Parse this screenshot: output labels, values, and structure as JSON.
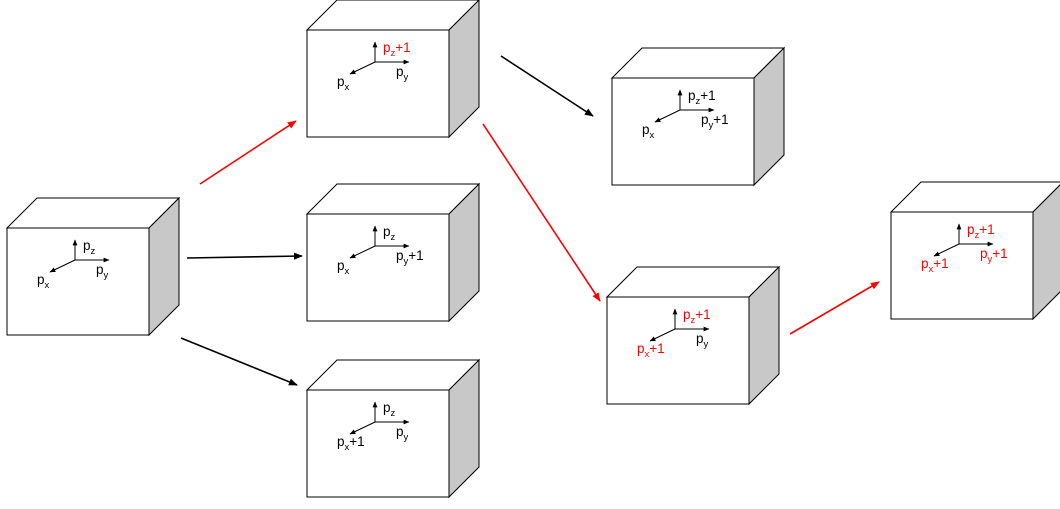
{
  "colors": {
    "highlight": "#ff0000",
    "normal": "#000000",
    "cube_side": "#c8c8c8",
    "cube_top": "#ffffff",
    "cube_front": "#ffffff"
  },
  "cubes": [
    {
      "id": "origin",
      "labels": {
        "x": {
          "base": "p",
          "sub": "x",
          "suffix": "",
          "highlight": false
        },
        "y": {
          "base": "p",
          "sub": "y",
          "suffix": "",
          "highlight": false
        },
        "z": {
          "base": "p",
          "sub": "z",
          "suffix": "",
          "highlight": false
        }
      }
    },
    {
      "id": "z-plus-1",
      "labels": {
        "x": {
          "base": "p",
          "sub": "x",
          "suffix": "",
          "highlight": false
        },
        "y": {
          "base": "p",
          "sub": "y",
          "suffix": "",
          "highlight": false
        },
        "z": {
          "base": "p",
          "sub": "z",
          "suffix": "+1",
          "highlight": true
        }
      }
    },
    {
      "id": "y-plus-1",
      "labels": {
        "x": {
          "base": "p",
          "sub": "x",
          "suffix": "",
          "highlight": false
        },
        "y": {
          "base": "p",
          "sub": "y",
          "suffix": "+1",
          "highlight": false
        },
        "z": {
          "base": "p",
          "sub": "z",
          "suffix": "",
          "highlight": false
        }
      }
    },
    {
      "id": "x-plus-1",
      "labels": {
        "x": {
          "base": "p",
          "sub": "x",
          "suffix": "+1",
          "highlight": false
        },
        "y": {
          "base": "p",
          "sub": "y",
          "suffix": "",
          "highlight": false
        },
        "z": {
          "base": "p",
          "sub": "z",
          "suffix": "",
          "highlight": false
        }
      }
    },
    {
      "id": "zy-plus-1",
      "labels": {
        "x": {
          "base": "p",
          "sub": "x",
          "suffix": "",
          "highlight": false
        },
        "y": {
          "base": "p",
          "sub": "y",
          "suffix": "+1",
          "highlight": false
        },
        "z": {
          "base": "p",
          "sub": "z",
          "suffix": "+1",
          "highlight": false
        }
      }
    },
    {
      "id": "zx-plus-1",
      "labels": {
        "x": {
          "base": "p",
          "sub": "x",
          "suffix": "+1",
          "highlight": true
        },
        "y": {
          "base": "p",
          "sub": "y",
          "suffix": "",
          "highlight": false
        },
        "z": {
          "base": "p",
          "sub": "z",
          "suffix": "+1",
          "highlight": true
        }
      }
    },
    {
      "id": "xyz-plus-1",
      "labels": {
        "x": {
          "base": "p",
          "sub": "x",
          "suffix": "+1",
          "highlight": true
        },
        "y": {
          "base": "p",
          "sub": "y",
          "suffix": "+1",
          "highlight": true
        },
        "z": {
          "base": "p",
          "sub": "z",
          "suffix": "+1",
          "highlight": true
        }
      }
    }
  ],
  "arrows": [
    {
      "from": "origin",
      "to": "z-plus-1",
      "highlight": true
    },
    {
      "from": "origin",
      "to": "y-plus-1",
      "highlight": false
    },
    {
      "from": "origin",
      "to": "x-plus-1",
      "highlight": false
    },
    {
      "from": "z-plus-1",
      "to": "zy-plus-1",
      "highlight": false
    },
    {
      "from": "z-plus-1",
      "to": "zx-plus-1",
      "highlight": true
    },
    {
      "from": "zx-plus-1",
      "to": "xyz-plus-1",
      "highlight": true
    }
  ]
}
